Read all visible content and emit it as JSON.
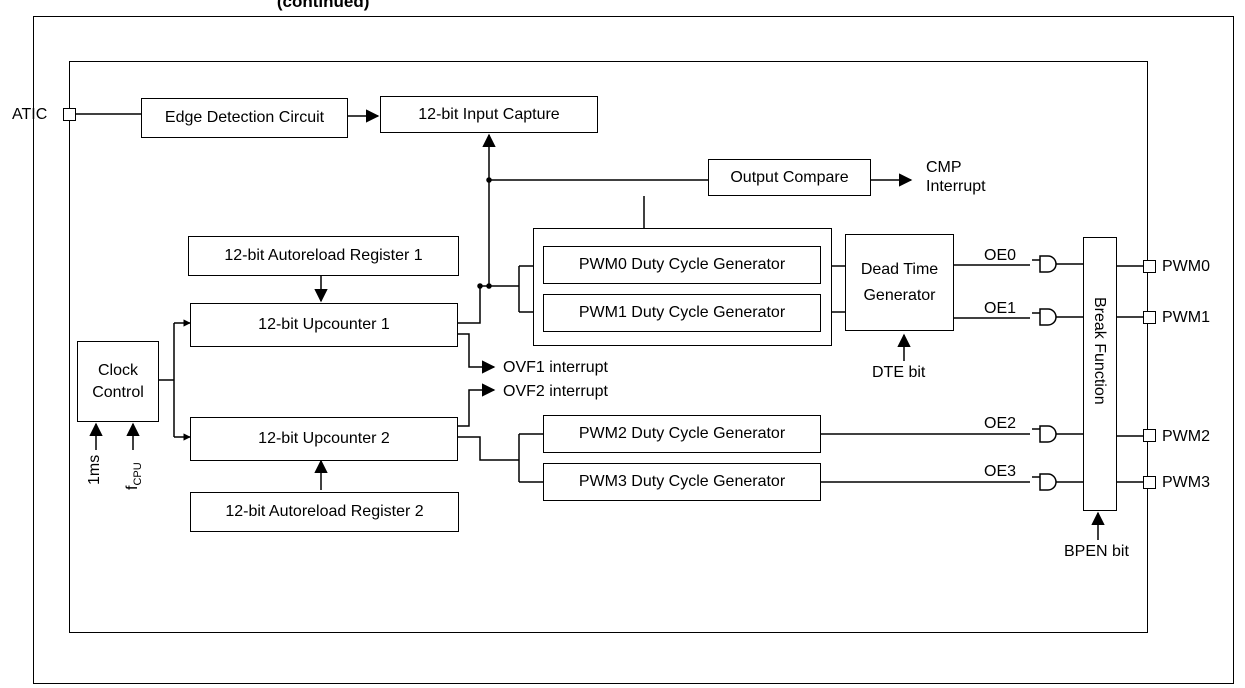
{
  "figure": {
    "title_fragment": "(continued)"
  },
  "blocks": {
    "edge_detection": "Edge Detection Circuit",
    "input_capture": "12-bit Input Capture",
    "output_compare": "Output Compare",
    "autoreload_1": "12-bit Autoreload Register 1",
    "upcounter_1": "12-bit Upcounter 1",
    "upcounter_2": "12-bit Upcounter 2",
    "autoreload_2": "12-bit Autoreload Register 2",
    "clock_control_line1": "Clock",
    "clock_control_line2": "Control",
    "pwm0_gen": "PWM0 Duty Cycle Generator",
    "pwm1_gen": "PWM1 Duty Cycle Generator",
    "pwm2_gen": "PWM2 Duty Cycle Generator",
    "pwm3_gen": "PWM3 Duty Cycle Generator",
    "dead_time_line1": "Dead Time",
    "dead_time_line2": "Generator",
    "break_function": "Break Function"
  },
  "signals": {
    "atic": "ATIC",
    "cmp_line1": "CMP",
    "cmp_line2": "Interrupt",
    "ovf1": "OVF1 interrupt",
    "ovf2": "OVF2 interrupt",
    "dte": "DTE bit",
    "bpen": "BPEN bit",
    "oe0": "OE0",
    "oe1": "OE1",
    "oe2": "OE2",
    "oe3": "OE3",
    "pwm0": "PWM0",
    "pwm1": "PWM1",
    "pwm2": "PWM2",
    "pwm3": "PWM3",
    "clk_1ms": "1ms",
    "fcpu_f": "f",
    "fcpu_sub": "CPU"
  }
}
